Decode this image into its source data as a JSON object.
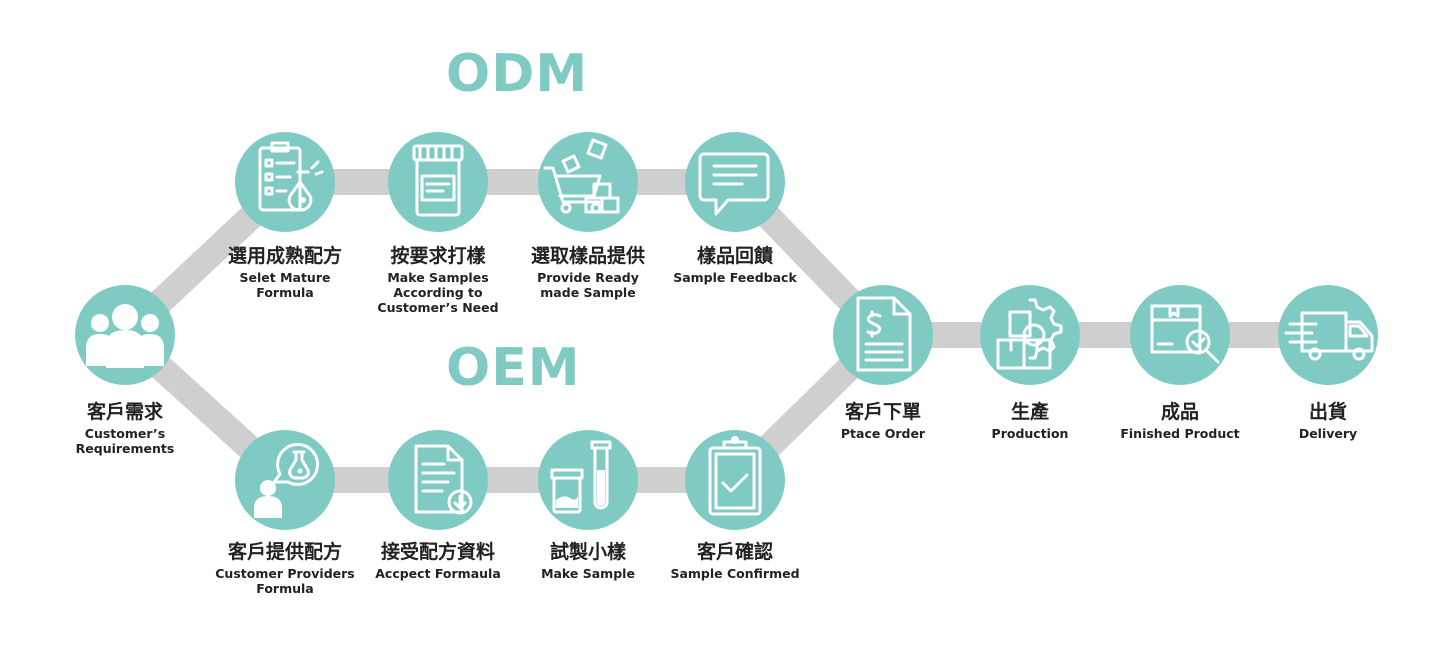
{
  "sections": {
    "odm": "ODM",
    "oem": "OEM"
  },
  "colors": {
    "accent": "#7fcbc4",
    "connector": "#cfcfcf",
    "text": "#222222"
  },
  "nodes": {
    "requirements": {
      "zh": "客戶需求",
      "en": "Customer’s\nRequirements",
      "icon": "users-icon"
    },
    "odm1": {
      "zh": "選用成熟配方",
      "en": "Selet Mature\nFormula",
      "icon": "checklist-flask-icon"
    },
    "odm2": {
      "zh": "按要求打樣",
      "en": "Make Samples\nAccording to\nCustomer’s  Need",
      "icon": "sample-jar-icon"
    },
    "odm3": {
      "zh": "選取樣品提供",
      "en": "Provide Ready\nmade Sample",
      "icon": "cart-boxes-icon"
    },
    "odm4": {
      "zh": "樣品回饋",
      "en": "Sample Feedback",
      "icon": "chat-bubble-icon"
    },
    "oem1": {
      "zh": "客戶提供配方",
      "en": "Customer Providers\nFormula",
      "icon": "person-flask-icon"
    },
    "oem2": {
      "zh": "接受配方資料",
      "en": "Accpect Formaula",
      "icon": "document-download-icon"
    },
    "oem3": {
      "zh": "試製小樣",
      "en": "Make Sample",
      "icon": "jar-test-tube-icon"
    },
    "oem4": {
      "zh": "客戶確認",
      "en": "Sample Confirmed",
      "icon": "clipboard-check-icon"
    },
    "order": {
      "zh": "客戶下單",
      "en": "Ptace Order",
      "icon": "invoice-icon"
    },
    "production": {
      "zh": "生產",
      "en": "Production",
      "icon": "gear-boxes-icon"
    },
    "finished": {
      "zh": "成品",
      "en": "Finished Product",
      "icon": "box-inspect-icon"
    },
    "delivery": {
      "zh": "出貨",
      "en": "Delivery",
      "icon": "truck-icon"
    }
  }
}
